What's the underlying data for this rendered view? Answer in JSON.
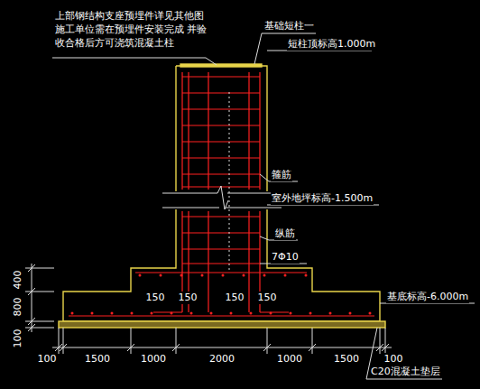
{
  "diagram": {
    "labels": [
      "上部钢结构支座预埋件详见其他图 施工单位需在预埋件安装完成 并验收合格后方可浇筑混凝土柱",
      "基础短柱一",
      "短柱顶标高1.000m",
      "箍筋",
      "室外地坪标高-1.500m",
      "纵筋",
      "7Φ10",
      "150",
      "150",
      "150",
      "150",
      "基底标高-6.000m",
      "C20混凝土垫层",
      "400",
      "800",
      "100",
      "100",
      "1500",
      "1000",
      "2000",
      "1000",
      "1500",
      "100"
    ]
  }
}
